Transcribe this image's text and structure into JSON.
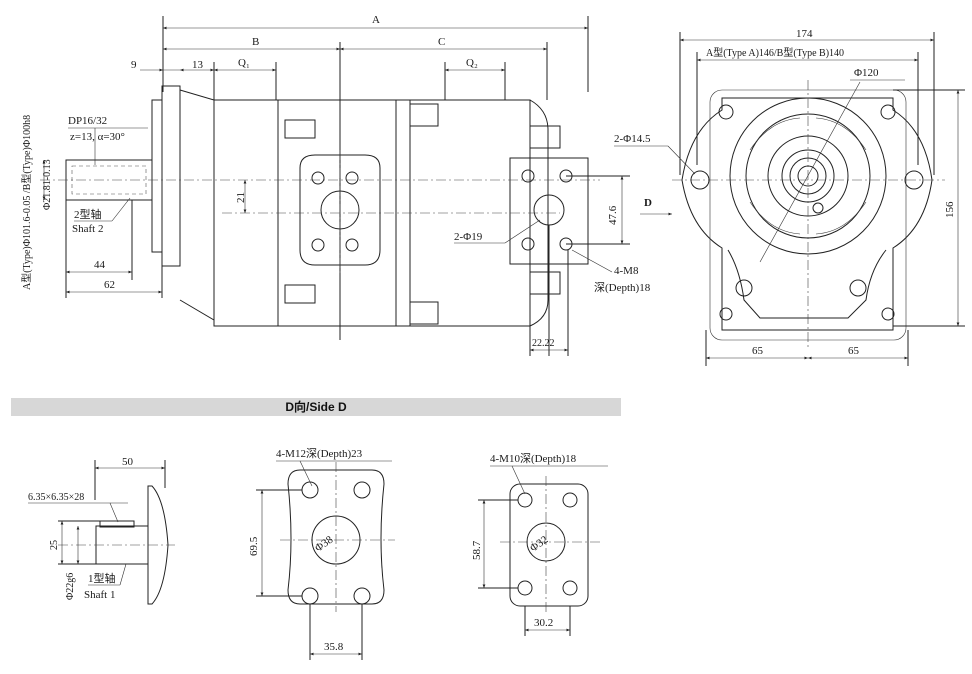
{
  "section_banner": "D向/Side D",
  "front_view": {
    "dim_A": "A",
    "dim_B": "B",
    "dim_C": "C",
    "dim_9": "9",
    "dim_13": "13",
    "dim_Q1": "Q₁",
    "dim_Q2": "Q₂",
    "shaft_spline": "DP16/32",
    "shaft_teeth": "z=13, α=30°",
    "shaft2_label_cn": "2型轴",
    "shaft2_label_en": "Shaft 2",
    "dim_44": "44",
    "dim_62": "62",
    "dim_21": "21",
    "dim_phi_shaft": "Φ21.81-0.13",
    "dim_pilot": "A型(Type)Φ101.6-0.05 /B型(Type)Φ100h8",
    "port_hole": "2-Φ19",
    "port_thread_1": "4-M8",
    "port_thread_2": "深(Depth)18",
    "dim_476": "47.6",
    "dim_2222": "22.22",
    "view_arrow": "D"
  },
  "end_view": {
    "dim_174": "174",
    "dim_mount": "A型(Type A)146/B型(Type B)140",
    "dim_phi120": "Φ120",
    "dim_holes": "2-Φ14.5",
    "dim_156": "156",
    "dim_65_left": "65",
    "dim_65_right": "65"
  },
  "shaft1_view": {
    "dim_50": "50",
    "key_size": "6.35×6.35×28",
    "dim_25": "25",
    "dim_phi22": "Φ22g6",
    "label_cn": "1型轴",
    "label_en": "Shaft 1"
  },
  "port_large": {
    "thread": "4-M12深(Depth)23",
    "dim_695": "69.5",
    "dim_phi38": "Φ38",
    "dim_358": "35.8"
  },
  "port_small": {
    "thread": "4-M10深(Depth)18",
    "dim_587": "58.7",
    "dim_phi32": "Φ32",
    "dim_302": "30.2"
  }
}
